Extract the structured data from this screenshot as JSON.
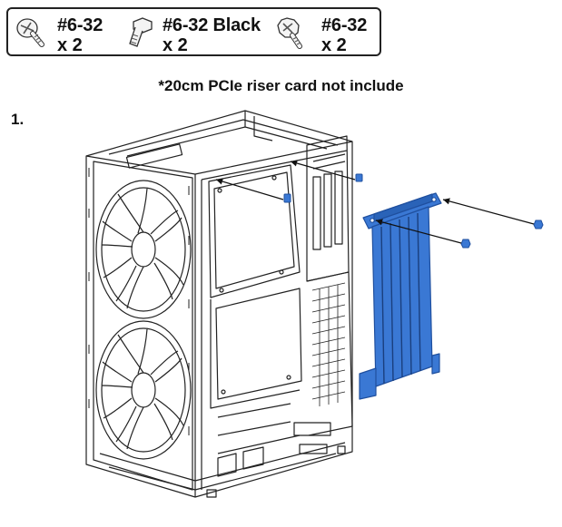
{
  "parts": [
    {
      "icon": "pan-head-screw-icon",
      "label": "#6-32",
      "qty": "x 2"
    },
    {
      "icon": "standoff-screw-icon",
      "label": "#6-32 Black",
      "qty": "x 2"
    },
    {
      "icon": "thumb-screw-icon",
      "label": "#6-32",
      "qty": "x 2"
    }
  ],
  "note": "*20cm PCIe riser card not include",
  "step": "1.",
  "colors": {
    "riser": "#3a78d4",
    "riser_dark": "#1f4f9e",
    "line": "#222222"
  }
}
